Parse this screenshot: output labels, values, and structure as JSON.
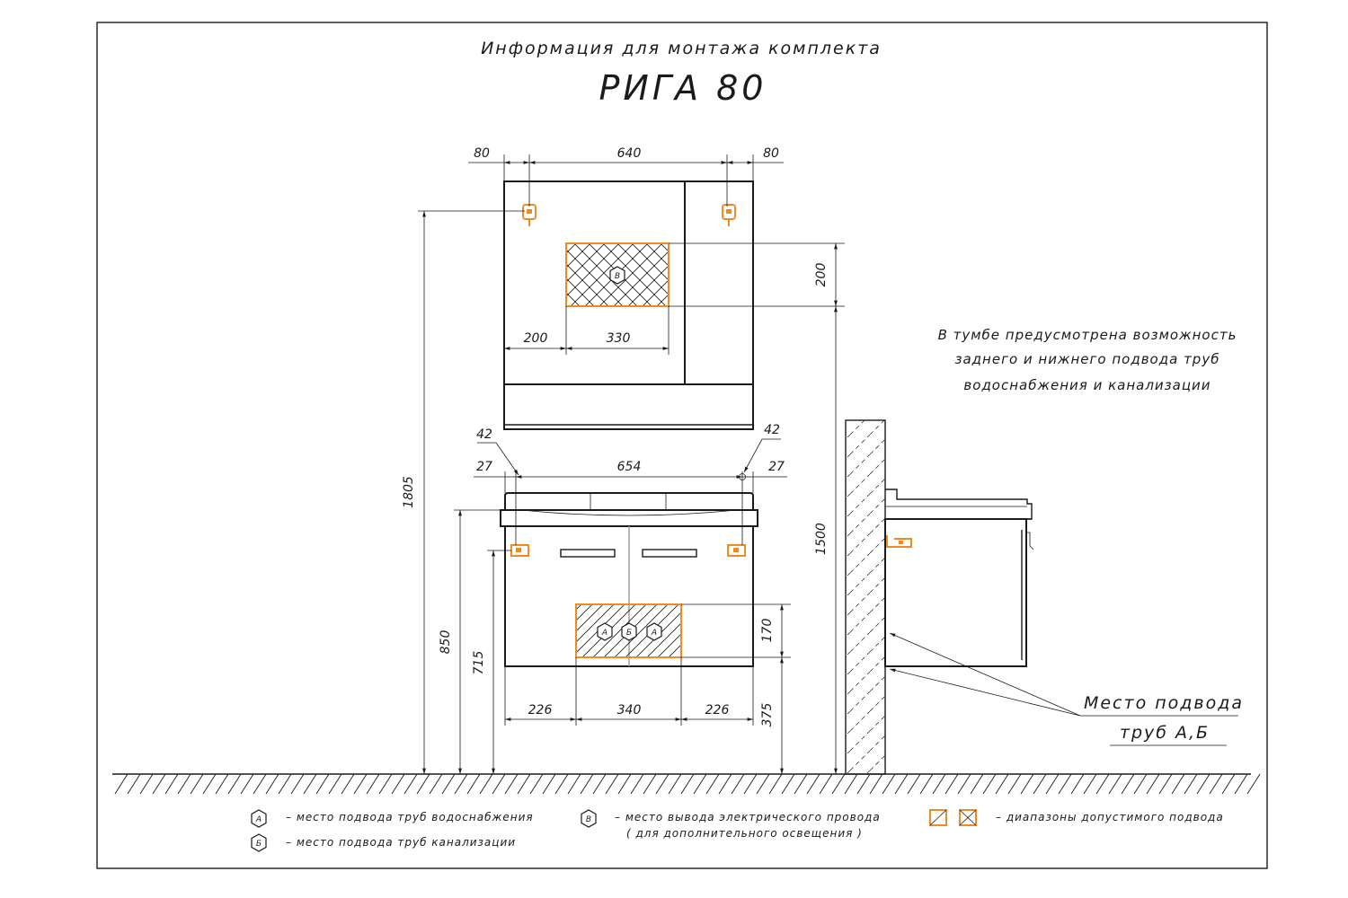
{
  "title": {
    "subtitle": "Информация для монтажа комплекта",
    "main": "РИГА 80"
  },
  "note_lines": [
    "В тумбе предусмотрена возможность",
    "заднего и нижнего подвода труб",
    "водоснабжения и канализации"
  ],
  "callout": {
    "line1": "Место подвода",
    "line2": "труб А,Б"
  },
  "markers": {
    "a": "А",
    "b": "Б",
    "v": "В"
  },
  "dimensions": {
    "mirror_left_80": "80",
    "mirror_top_640": "640",
    "mirror_right_80": "80",
    "mirror_zone_200": "200",
    "mirror_zone_width_330": "330",
    "mirror_zone_height_200": "200",
    "height_1805": "1805",
    "height_1500": "1500",
    "cab_42_left": "42",
    "cab_42_right": "42",
    "cab_27_left": "27",
    "cab_654": "654",
    "cab_27_right": "27",
    "height_850": "850",
    "height_715": "715",
    "zone_170": "170",
    "height_375": "375",
    "bottom_226_left": "226",
    "bottom_340": "340",
    "bottom_226_right": "226"
  },
  "legend": {
    "a_text": "– место подвода труб водоснабжения",
    "b_text": "– место подвода труб канализации",
    "v_text_1": "– место вывода электрического провода",
    "v_text_2": "( для дополнительного освещения )",
    "ranges_text": "– диапазоны допустимого подвода"
  },
  "colors": {
    "accent": "#f08a24",
    "line": "#1a1a1a"
  }
}
